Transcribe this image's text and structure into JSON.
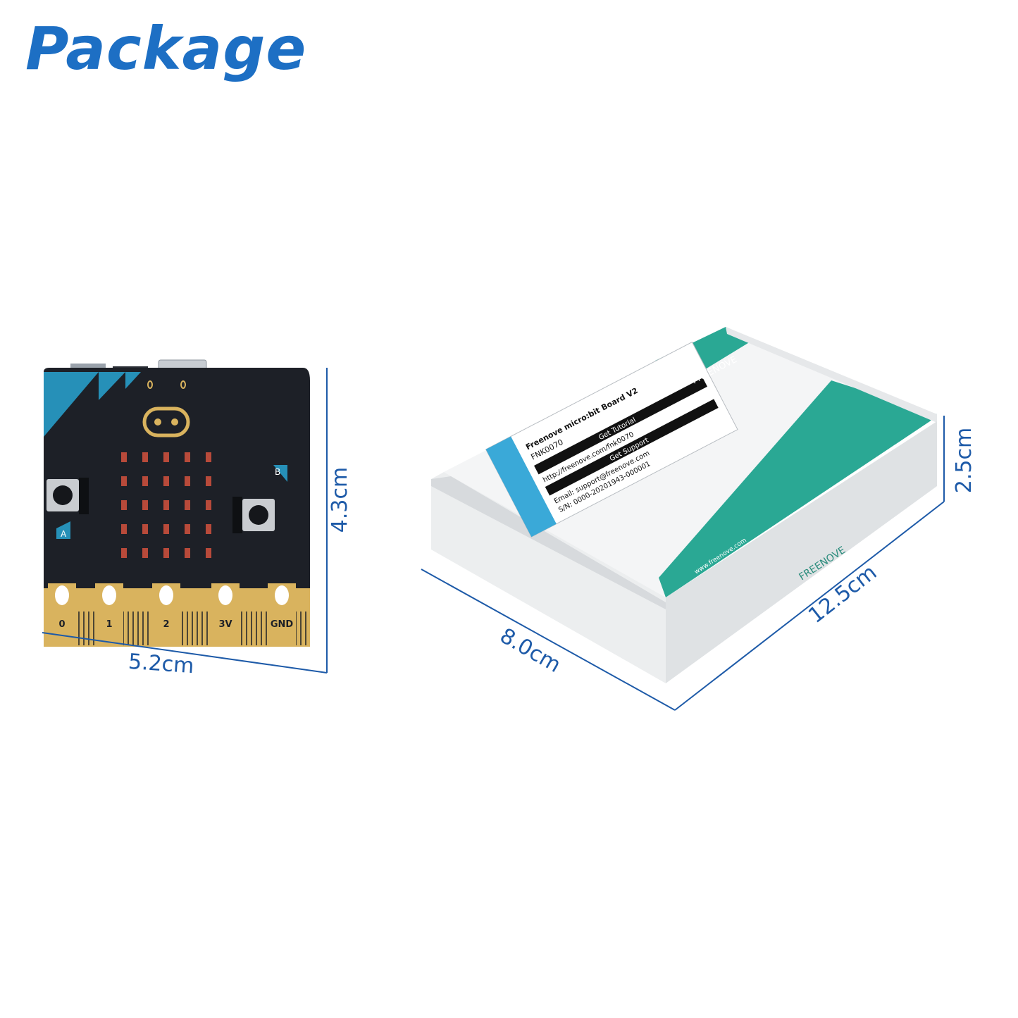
{
  "page": {
    "title": "Package"
  },
  "board": {
    "pin_labels": [
      "0",
      "1",
      "2",
      "3V",
      "GND"
    ],
    "button_a": "A",
    "button_b": "B",
    "width_label": "5.2cm",
    "height_label": "4.3cm"
  },
  "box": {
    "brand": "FREENOVE",
    "label_lines": [
      "Freenove micro:bit Board V2",
      "FNK0070",
      "Get Tutorial",
      "http://freenove.com/fnk0070",
      "Get Support",
      "Email: support@freenove.com",
      "S/N: 0000-20201943-000001"
    ],
    "website": "www.freenove.com",
    "length_label": "12.5cm",
    "width_label": "8.0cm",
    "height_label": "2.5cm"
  },
  "colors": {
    "accent": "#1d6fc4",
    "teal": "#2aa894",
    "board": "#1d2027",
    "gold": "#d9b35e"
  }
}
